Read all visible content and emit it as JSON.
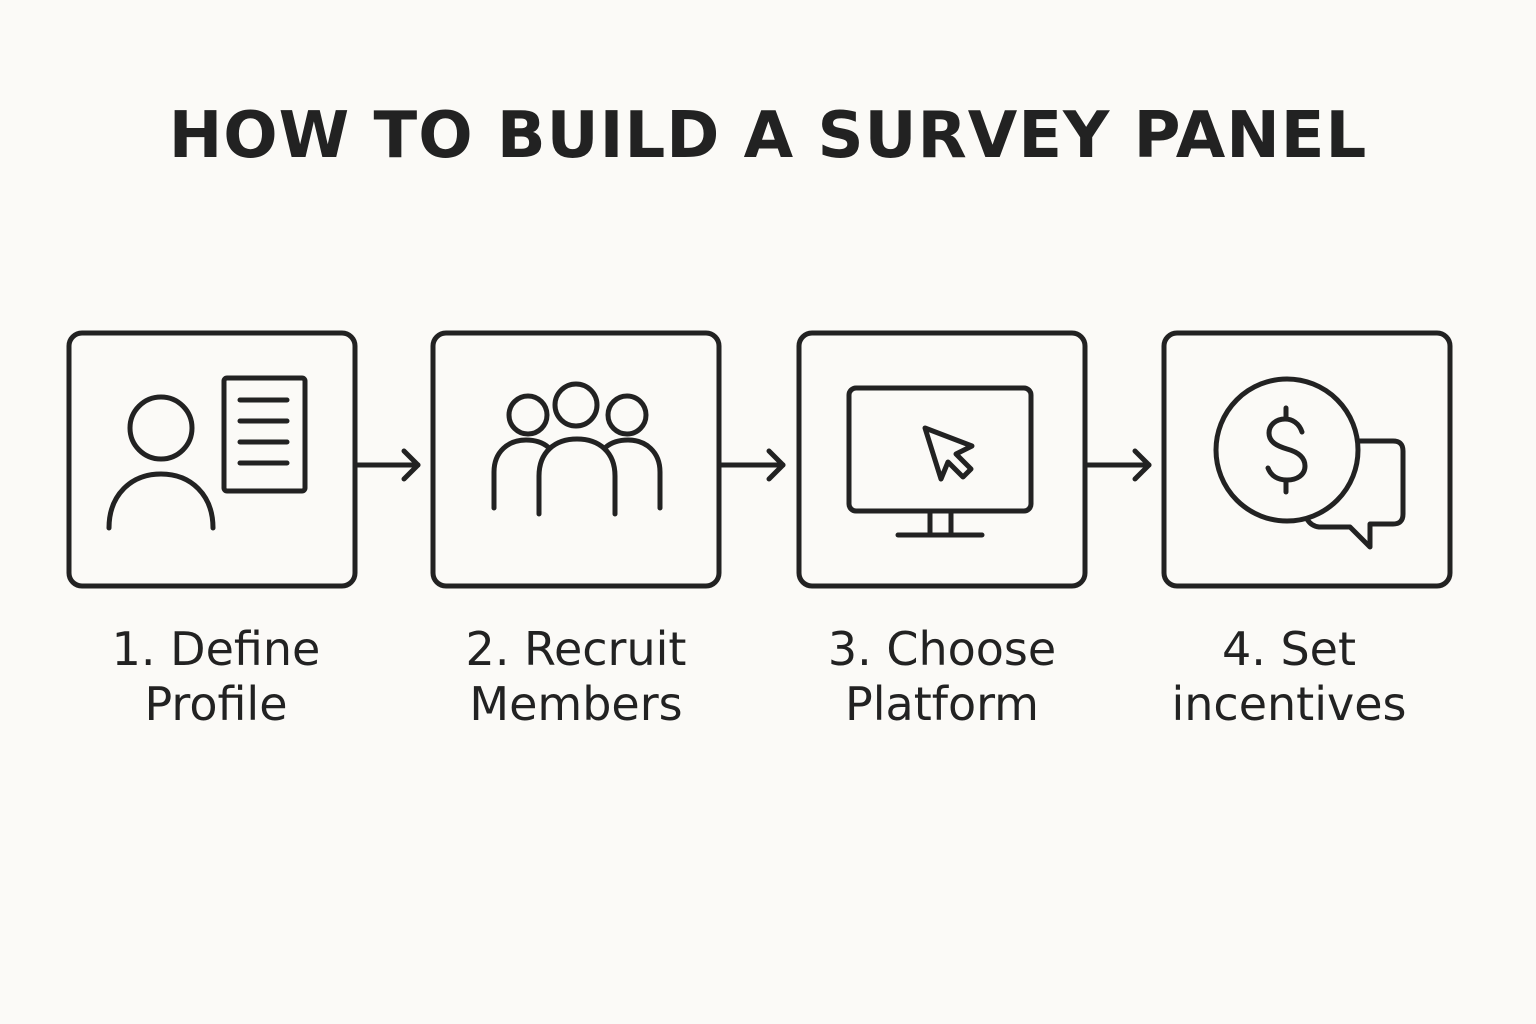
{
  "title": "HOW TO BUILD A SURVEY PANEL",
  "colors": {
    "background": "#fbfaf7",
    "ink": "#222222"
  },
  "steps": [
    {
      "line1": "1. Define",
      "line2": "Profile",
      "icon": "user-profile-icon"
    },
    {
      "line1": "2. Recruit",
      "line2": "Members",
      "icon": "group-icon"
    },
    {
      "line1": "3. Choose",
      "line2": "Platform",
      "icon": "monitor-cursor-icon"
    },
    {
      "line1": "4. Set",
      "line2": "incentives",
      "icon": "dollar-chat-icon"
    }
  ]
}
